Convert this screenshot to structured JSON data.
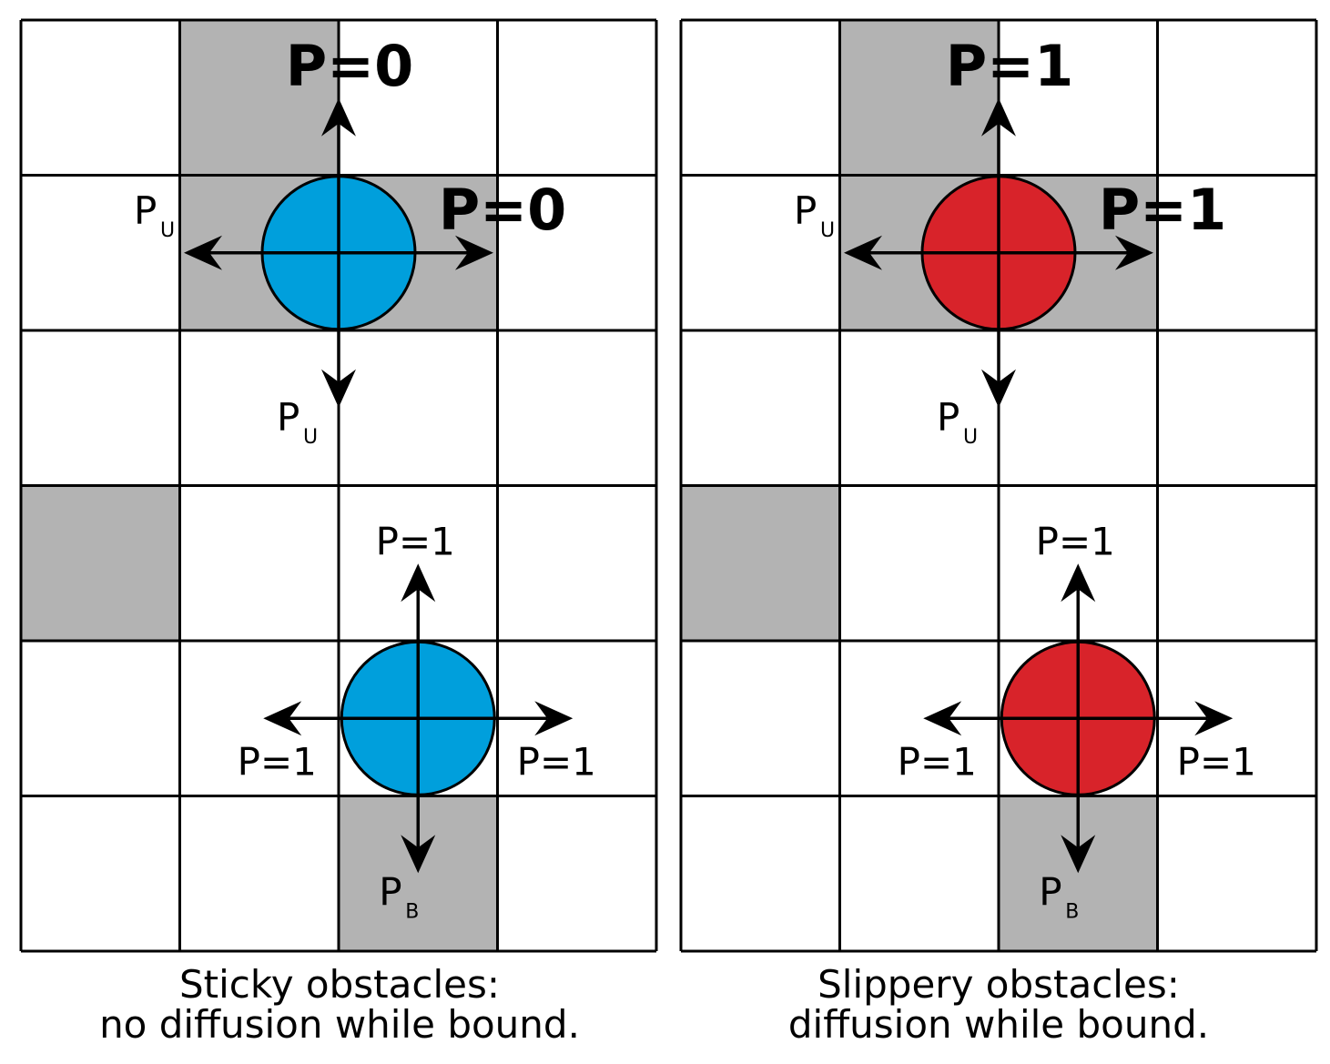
{
  "colors": {
    "obstacle": "#b3b3b3",
    "grid_line": "#000000",
    "background": "#ffffff",
    "sticky_particle": "#009fdc",
    "slippery_particle": "#d8232a"
  },
  "panels": [
    {
      "id": "sticky",
      "particle_color_key": "sticky_particle",
      "bound_labels": {
        "up": "P=0",
        "right": "P=0"
      },
      "bound_subscript_label": {
        "base": "P",
        "sub": "U"
      },
      "free_labels": {
        "up": "P=1",
        "left": "P=1",
        "right": "P=1"
      },
      "free_subscript_label": {
        "base": "P",
        "sub": "B"
      },
      "caption": [
        "Sticky obstacles:",
        "no diffusion while bound."
      ]
    },
    {
      "id": "slippery",
      "particle_color_key": "slippery_particle",
      "bound_labels": {
        "up": "P=1",
        "right": "P=1"
      },
      "bound_subscript_label": {
        "base": "P",
        "sub": "U"
      },
      "free_labels": {
        "up": "P=1",
        "left": "P=1",
        "right": "P=1"
      },
      "free_subscript_label": {
        "base": "P",
        "sub": "B"
      },
      "caption": [
        "Slippery obstacles:",
        "diffusion while bound."
      ]
    }
  ],
  "grid": {
    "rows": 6,
    "cols": 4,
    "obstacles": [
      [
        0,
        1
      ],
      [
        1,
        1
      ],
      [
        1,
        2
      ],
      [
        3,
        0
      ],
      [
        5,
        2
      ]
    ],
    "bound_particle_cell": [
      1,
      1
    ],
    "free_particle_cell": [
      4,
      2
    ]
  }
}
